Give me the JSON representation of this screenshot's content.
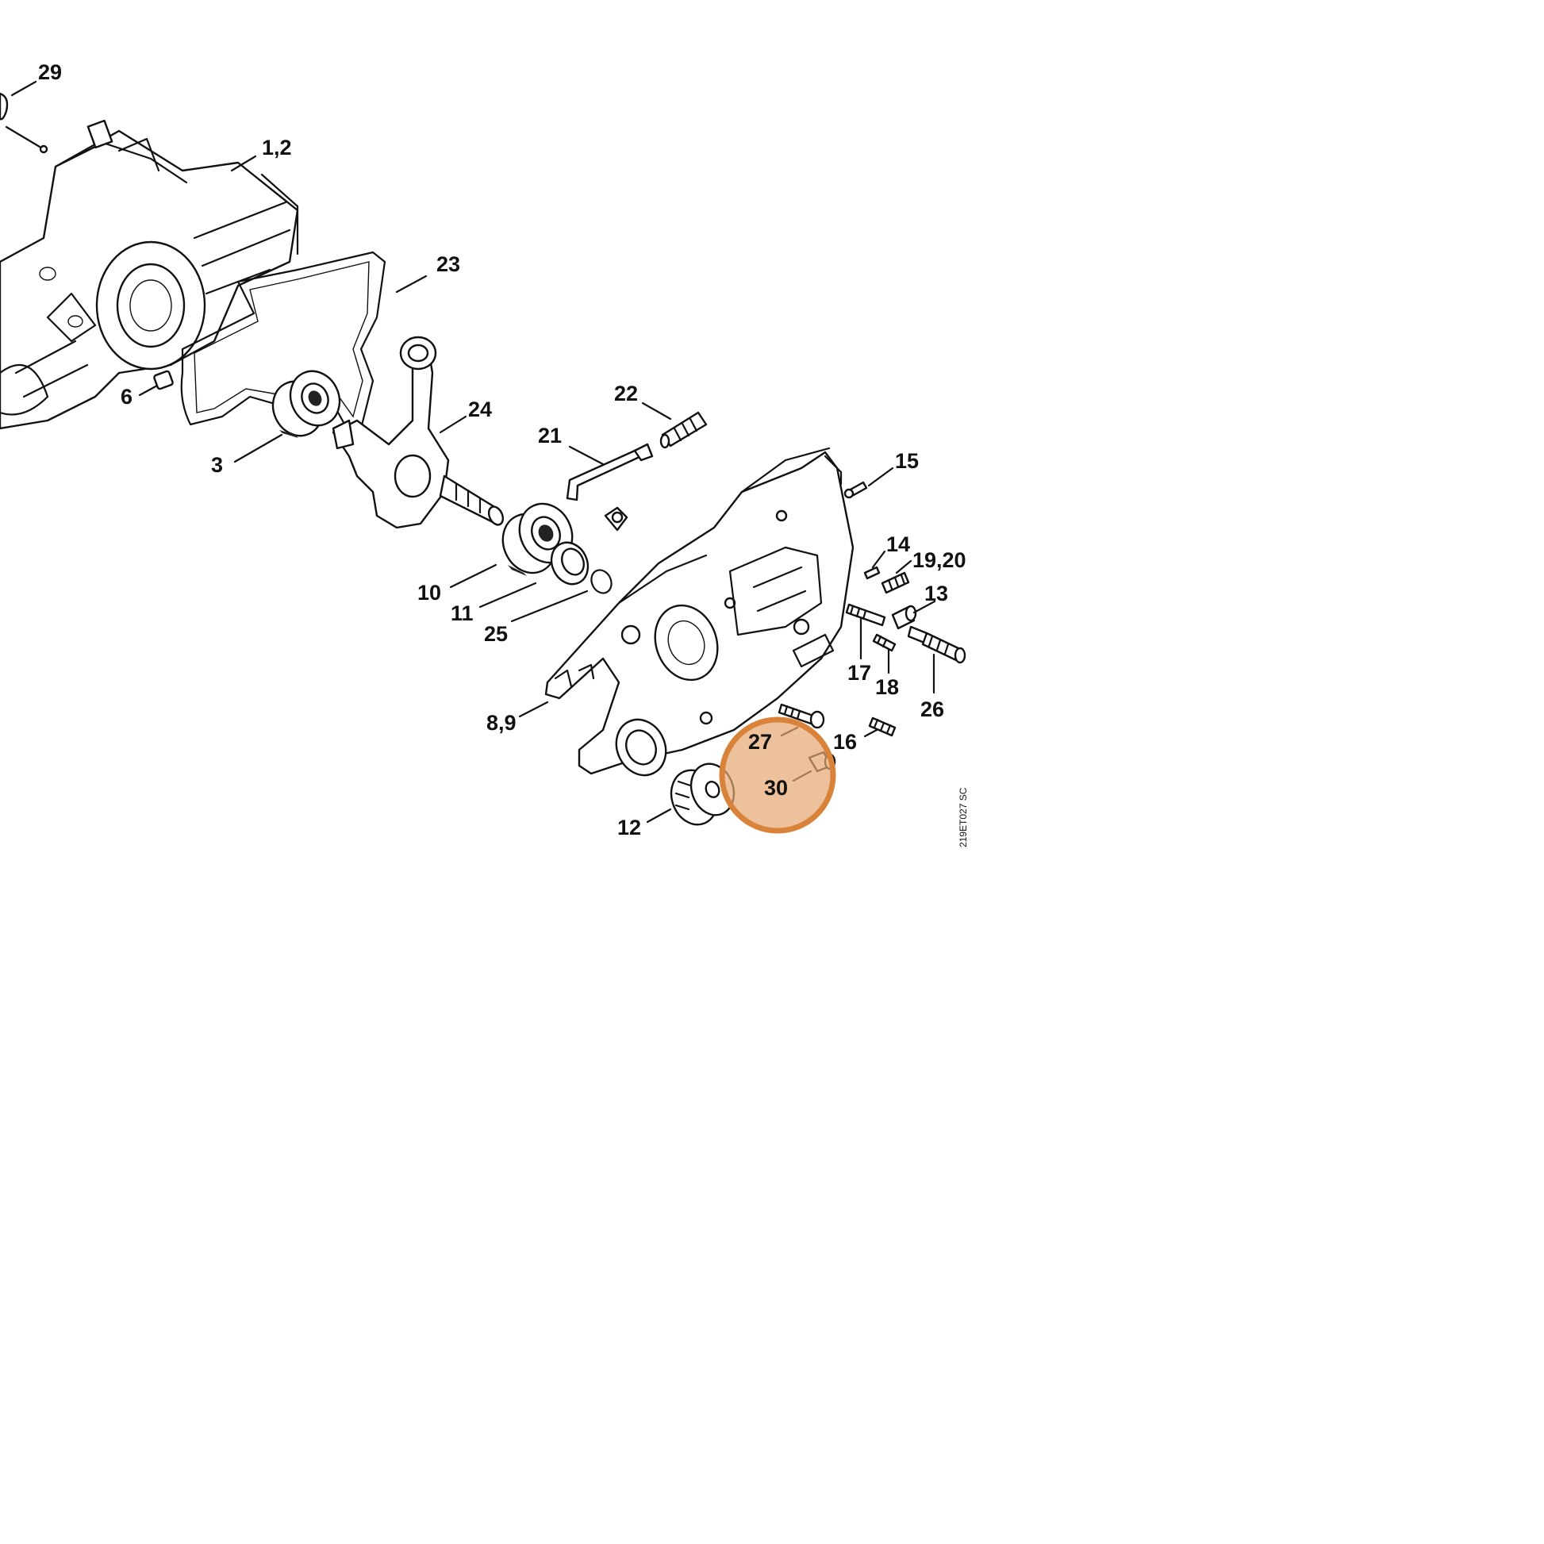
{
  "diagram": {
    "drawing_code": "219ET027 SC",
    "highlight_color": "#E4A671",
    "highlight_stroke": "#D9833A",
    "callouts": [
      {
        "id": "c29",
        "label": "29"
      },
      {
        "id": "c12a",
        "label": "1,2"
      },
      {
        "id": "c23",
        "label": "23"
      },
      {
        "id": "c6",
        "label": "6"
      },
      {
        "id": "c3",
        "label": "3"
      },
      {
        "id": "c24",
        "label": "24"
      },
      {
        "id": "c22",
        "label": "22"
      },
      {
        "id": "c21",
        "label": "21"
      },
      {
        "id": "c15",
        "label": "15"
      },
      {
        "id": "c14",
        "label": "14"
      },
      {
        "id": "c1920",
        "label": "19,20"
      },
      {
        "id": "c13",
        "label": "13"
      },
      {
        "id": "c10",
        "label": "10"
      },
      {
        "id": "c11",
        "label": "11"
      },
      {
        "id": "c25",
        "label": "25"
      },
      {
        "id": "c17",
        "label": "17"
      },
      {
        "id": "c18",
        "label": "18"
      },
      {
        "id": "c26",
        "label": "26"
      },
      {
        "id": "c89",
        "label": "8,9"
      },
      {
        "id": "c27",
        "label": "27"
      },
      {
        "id": "c16",
        "label": "16"
      },
      {
        "id": "c30",
        "label": "30"
      },
      {
        "id": "c12",
        "label": "12"
      }
    ]
  }
}
